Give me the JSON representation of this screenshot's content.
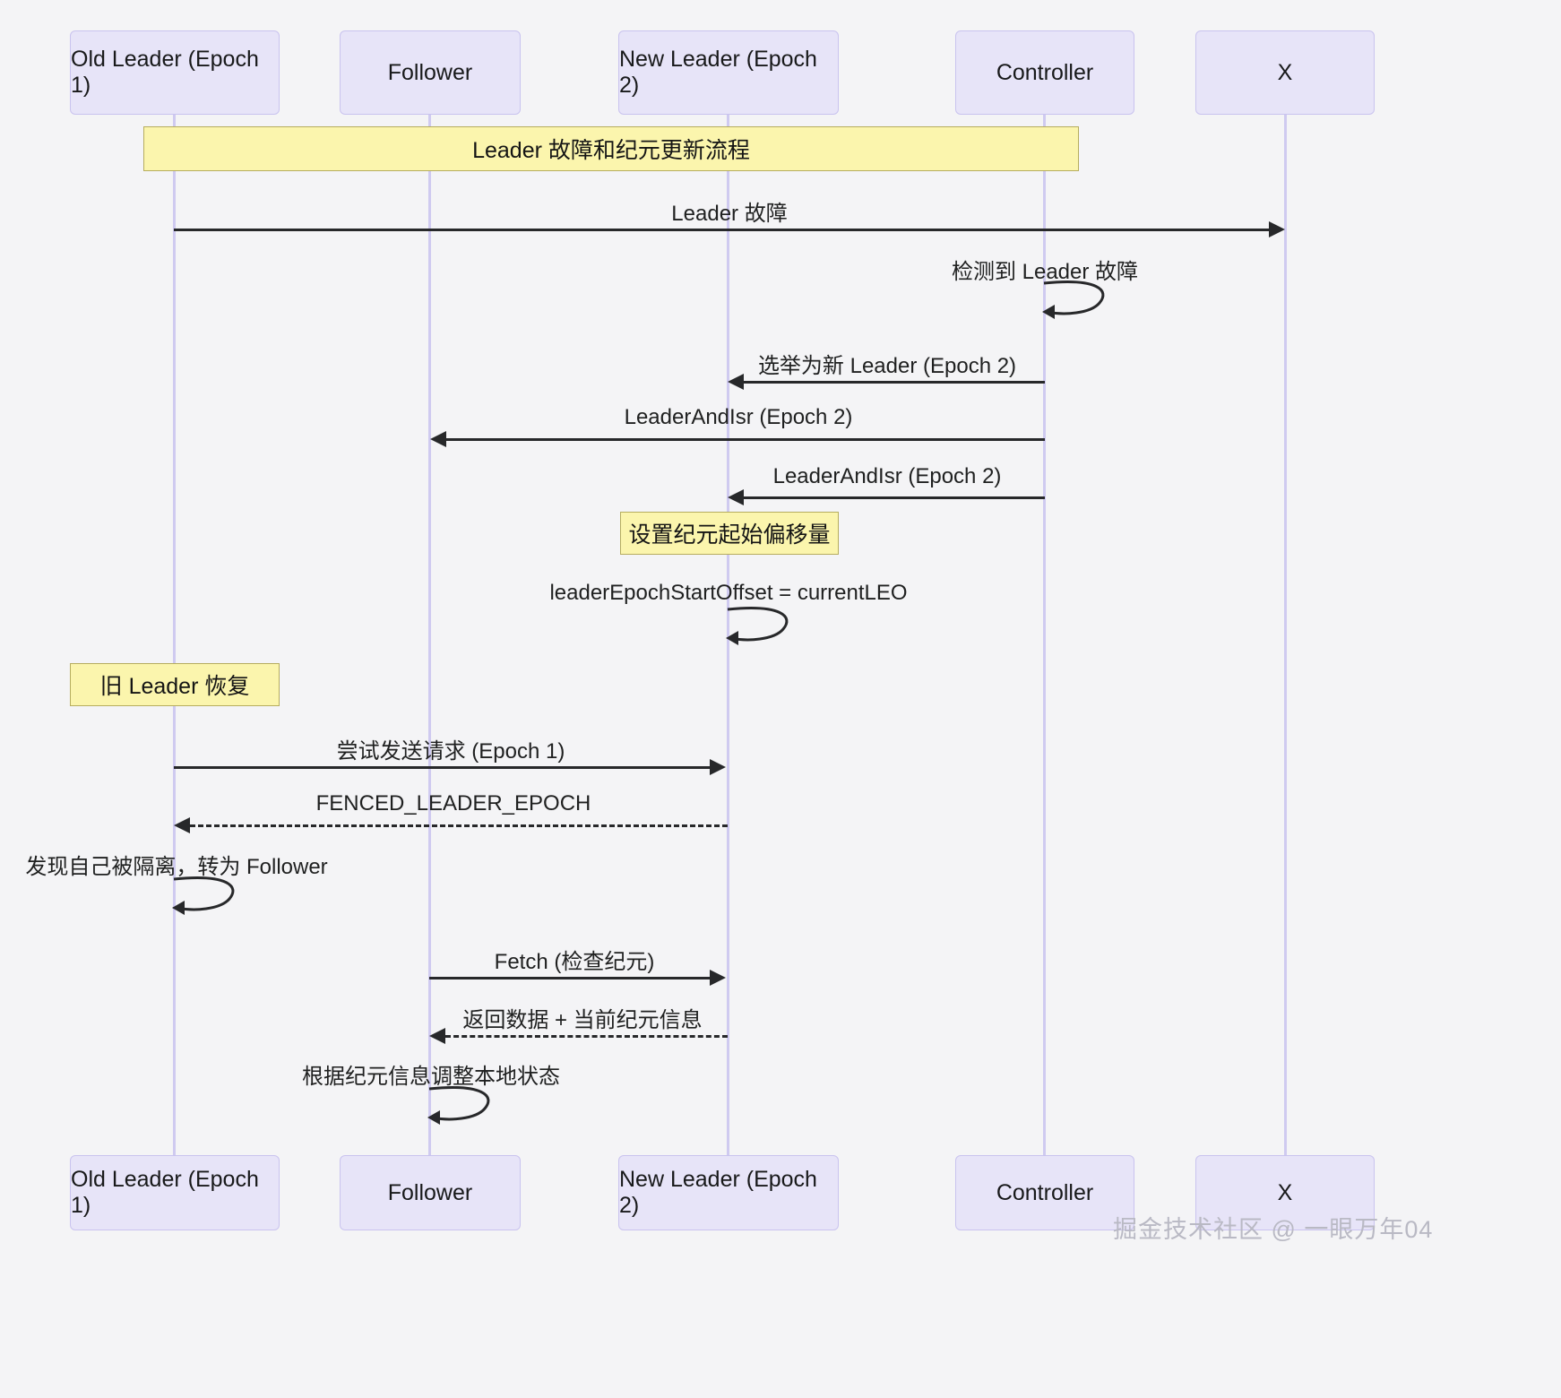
{
  "diagram": {
    "type": "sequence-diagram",
    "title_banner": "Leader 故障和纪元更新流程",
    "colors": {
      "background": "#f4f4f6",
      "actor_fill": "#e7e4f8",
      "actor_border": "#c9c3ef",
      "note_fill": "#fbf5ad",
      "note_border": "#b6ad5e",
      "line": "#27282a",
      "lifeline": "#cfcaf0"
    },
    "participants": [
      {
        "id": "old_leader",
        "label": "Old Leader (Epoch 1)"
      },
      {
        "id": "follower",
        "label": "Follower"
      },
      {
        "id": "new_leader",
        "label": "New Leader (Epoch 2)"
      },
      {
        "id": "controller",
        "label": "Controller"
      },
      {
        "id": "x",
        "label": "X"
      }
    ],
    "notes": [
      {
        "id": "note_epoch_offset",
        "label": "设置纪元起始偏移量",
        "over": "new_leader"
      },
      {
        "id": "note_old_recover",
        "label": "旧 Leader 恢复",
        "over": "old_leader"
      }
    ],
    "messages": [
      {
        "id": "m1",
        "label": "Leader 故障",
        "from": "old_leader",
        "to": "x",
        "kind": "solid",
        "direction": "right"
      },
      {
        "id": "m2",
        "label": "检测到 Leader 故障",
        "from": "controller",
        "to": "controller",
        "kind": "solid",
        "direction": "self"
      },
      {
        "id": "m3",
        "label": "选举为新 Leader (Epoch 2)",
        "from": "controller",
        "to": "new_leader",
        "kind": "solid",
        "direction": "left"
      },
      {
        "id": "m4",
        "label": "LeaderAndIsr (Epoch 2)",
        "from": "controller",
        "to": "follower",
        "kind": "solid",
        "direction": "left"
      },
      {
        "id": "m5",
        "label": "LeaderAndIsr (Epoch 2)",
        "from": "controller",
        "to": "new_leader",
        "kind": "solid",
        "direction": "left"
      },
      {
        "id": "m6",
        "label": "leaderEpochStartOffset = currentLEO",
        "from": "new_leader",
        "to": "new_leader",
        "kind": "solid",
        "direction": "self"
      },
      {
        "id": "m7",
        "label": "尝试发送请求 (Epoch 1)",
        "from": "old_leader",
        "to": "new_leader",
        "kind": "solid",
        "direction": "right"
      },
      {
        "id": "m8",
        "label": "FENCED_LEADER_EPOCH",
        "from": "new_leader",
        "to": "old_leader",
        "kind": "dashed",
        "direction": "left"
      },
      {
        "id": "m9",
        "label": "发现自己被隔离，转为 Follower",
        "from": "old_leader",
        "to": "old_leader",
        "kind": "solid",
        "direction": "self"
      },
      {
        "id": "m10",
        "label": "Fetch (检查纪元)",
        "from": "follower",
        "to": "new_leader",
        "kind": "solid",
        "direction": "right"
      },
      {
        "id": "m11",
        "label": "返回数据 + 当前纪元信息",
        "from": "new_leader",
        "to": "follower",
        "kind": "dashed",
        "direction": "left"
      },
      {
        "id": "m12",
        "label": "根据纪元信息调整本地状态",
        "from": "follower",
        "to": "follower",
        "kind": "solid",
        "direction": "self"
      }
    ],
    "watermark": "掘金技术社区 @ 一眼万年04"
  }
}
